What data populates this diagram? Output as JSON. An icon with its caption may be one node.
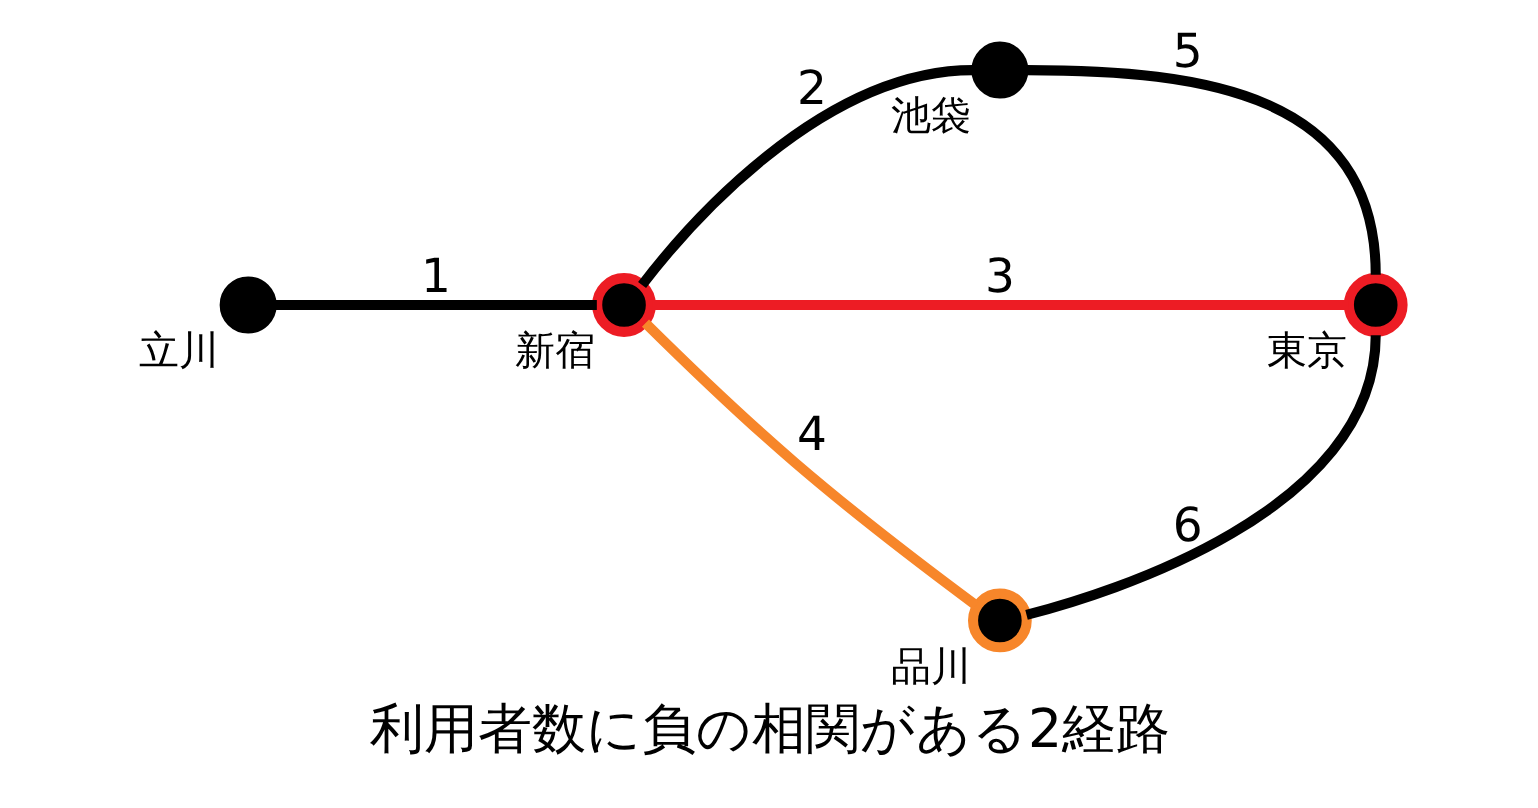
{
  "diagram": {
    "caption": "利用者数に負の相関がある2経路",
    "nodes": [
      {
        "text": [],
        "shape": "circle",
        "beside": [
          "立川"
        ]
      },
      {
        "text": [],
        "shape": "circle",
        "beside": [
          "新宿"
        ]
      },
      {
        "text": [],
        "shape": "circle",
        "beside": [
          "池袋"
        ]
      },
      {
        "text": [],
        "shape": "circle",
        "beside": [
          "東京"
        ]
      },
      {
        "text": [],
        "shape": "circle",
        "beside": [
          "品川"
        ]
      }
    ],
    "edges": [
      {
        "from": 0,
        "to": 1,
        "arrow": "none",
        "label": "1"
      },
      {
        "from": 1,
        "to": 2,
        "arrow": "none",
        "label": "2"
      },
      {
        "from": 1,
        "to": 3,
        "arrow": "none",
        "label": "3",
        "color": "#ed1c24"
      },
      {
        "from": 1,
        "to": 4,
        "arrow": "none",
        "label": "4",
        "color": "#f7862a"
      },
      {
        "from": 2,
        "to": 3,
        "arrow": "none",
        "label": "5"
      },
      {
        "from": 4,
        "to": 3,
        "arrow": "none",
        "label": "6"
      }
    ]
  }
}
